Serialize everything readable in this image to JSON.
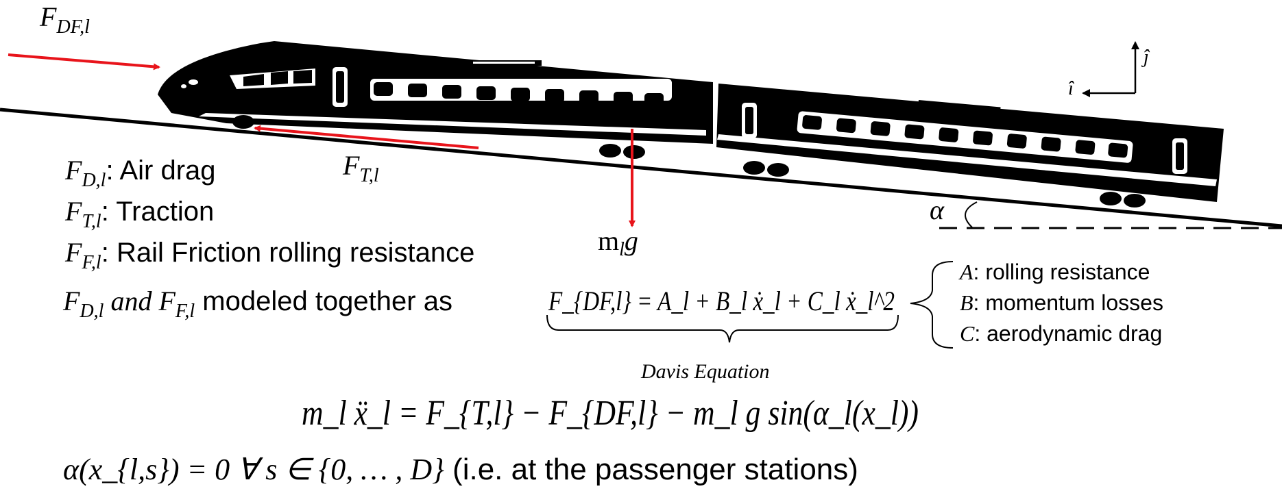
{
  "colors": {
    "force_arrow": "#e8141b",
    "train_body": "#000000",
    "train_window": "#ffffff",
    "ground": "#000000"
  },
  "forces": {
    "drag_label_main": "F",
    "drag_label_sub": "DF,l",
    "traction_label_main": "F",
    "traction_label_sub": "T,l",
    "gravity_label_m": "m",
    "gravity_label_sub": "l",
    "gravity_label_g": "g"
  },
  "axes": {
    "i_hat": "î",
    "j_hat": "ĵ"
  },
  "angle_label": "α",
  "legend": [
    {
      "sym": "F",
      "sub": "D,l",
      "text": ": Air drag"
    },
    {
      "sym": "F",
      "sub": "T,l",
      "text": ": Traction"
    },
    {
      "sym": "F",
      "sub": "F,l",
      "text": ": Rail Friction rolling resistance"
    }
  ],
  "model_line": {
    "prefix_a": "F",
    "prefix_a_sub": "D,l",
    "and_word": " and ",
    "prefix_b": "F",
    "prefix_b_sub": "F,l",
    "middle_text": " modeled together as ",
    "equation": "F_{DF,l} = A_l + B_l ẋ_l + C_l ẋ_l^2"
  },
  "davis_label": "Davis Equation",
  "coefficients": [
    {
      "sym": "A",
      "text": ": rolling resistance"
    },
    {
      "sym": "B",
      "text": ": momentum losses"
    },
    {
      "sym": "C",
      "text": ": aerodynamic drag"
    }
  ],
  "equation_of_motion": "m_l ẍ_l = F_{T,l} − F_{DF,l} − m_l g sin(α_l(x_l))",
  "station_condition": {
    "math": "α(x_{l,s}) = 0 ∀ s ∈ {0, … , D}",
    "text": " (i.e. at the passenger stations)"
  }
}
